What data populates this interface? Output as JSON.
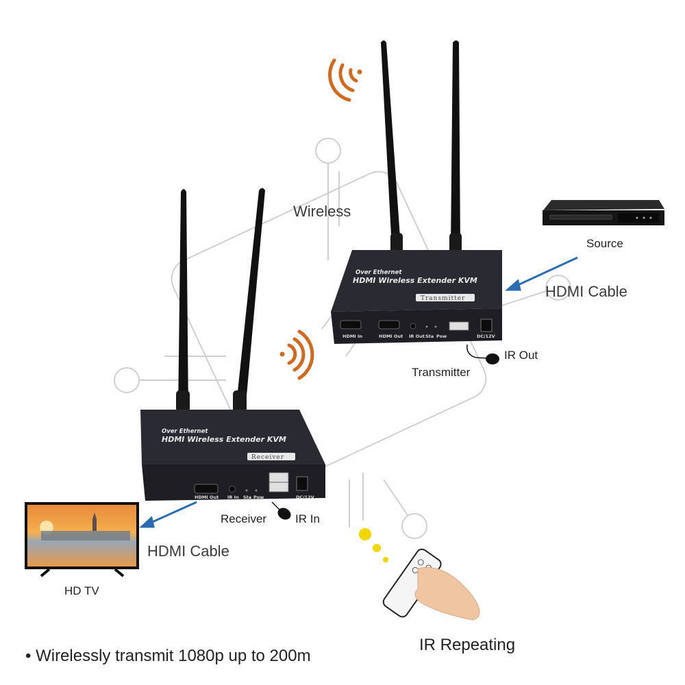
{
  "labels": {
    "wireless": "Wireless",
    "source": "Source",
    "hdmi_cable_top": "HDMI Cable",
    "ir_out": "IR Out",
    "transmitter": "Transmitter",
    "receiver": "Receiver",
    "ir_in": "IR In",
    "hdmi_cable_bottom": "HDMI Cable",
    "hd_tv": "HD TV",
    "ir_repeating": "IR Repeating",
    "bullet": "Wirelessly transmit 1080p up to 200m"
  },
  "transmitter_device": {
    "line1": "Over Ethernet",
    "line2": "HDMI Wireless Extender  KVM",
    "badge": "Transmitter",
    "ports": [
      "HDMI In",
      "HDMI Out",
      "IR Out",
      "Sta",
      "Pow",
      "DC/12V"
    ]
  },
  "receiver_device": {
    "line1": "Over Ethernet",
    "line2": "HDMI Wireless Extender  KVM",
    "badge": "Receiver",
    "ports": [
      "HDMI Out",
      "IR In",
      "Sta",
      "Pow",
      "DC/12V"
    ]
  },
  "colors": {
    "wifi": "#d2691e",
    "arrow": "#2b6cb0",
    "ir_dot": "#f2d600",
    "device": "#23232a"
  }
}
